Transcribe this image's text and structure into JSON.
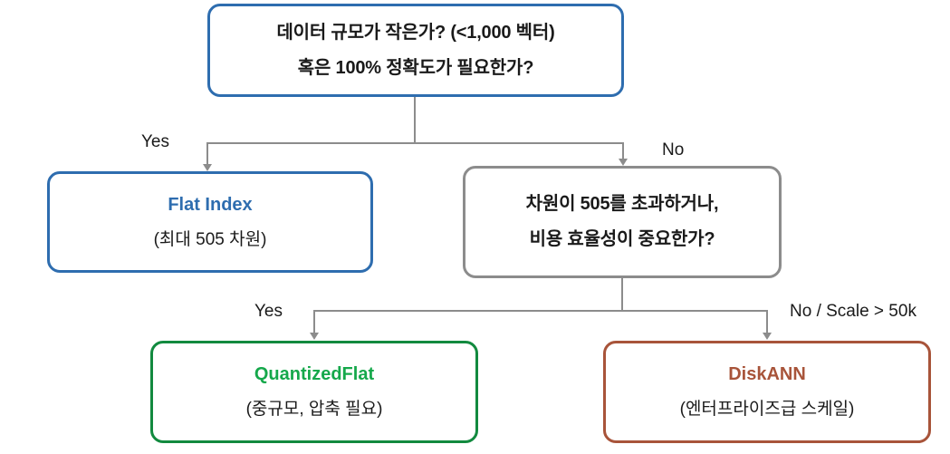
{
  "diagram": {
    "title": "Vector index selection decision tree",
    "colors": {
      "blue": "#2E6DAF",
      "gray": "#8C8C8C",
      "green": "#128A3F",
      "green_text": "#15A84B",
      "brown": "#A8543A",
      "text": "#1a1a1a",
      "background": "#ffffff"
    },
    "nodes": {
      "root": {
        "line_a": "데이터 규모가 작은가? (<1,000 벡터)",
        "line_b": "혹은 100% 정확도가 필요한가?"
      },
      "flat_index": {
        "title": "Flat Index",
        "subtitle": "(최대 505 차원)"
      },
      "dimension_check": {
        "line_a": "차원이 505를 초과하거나,",
        "line_b": "비용 효율성이 중요한가?"
      },
      "quantized_flat": {
        "title": "QuantizedFlat",
        "subtitle": "(중규모, 압축 필요)"
      },
      "diskann": {
        "title": "DiskANN",
        "subtitle": "(엔터프라이즈급 스케일)"
      }
    },
    "edges": {
      "root_yes": "Yes",
      "root_no": "No",
      "dim_yes": "Yes",
      "dim_no": "No / Scale > 50k"
    }
  }
}
